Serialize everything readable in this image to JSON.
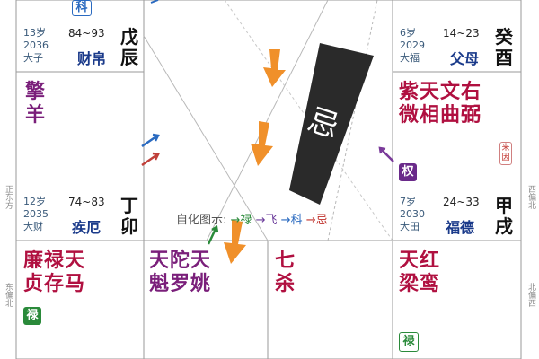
{
  "side_labels": {
    "left_upper": "正东方",
    "left_lower": "东偏北",
    "right_upper": "西偏北",
    "right_lower": "北偏西"
  },
  "top_left_palace": {
    "hua_tag": "科",
    "age": "13岁",
    "year": "2036",
    "decade": "大子",
    "range": "84~93",
    "name": "财帛",
    "stem_branch": [
      "戊",
      "辰"
    ]
  },
  "top_right_palace": {
    "age": "6岁",
    "year": "2029",
    "decade": "大福",
    "range": "14~23",
    "name": "父母",
    "stem_branch": [
      "癸",
      "酉"
    ]
  },
  "middle_left_palace": {
    "stars": [
      "擎",
      "羊"
    ],
    "age": "12岁",
    "year": "2035",
    "decade": "大财",
    "range": "74~83",
    "name": "疾厄",
    "stem_branch": [
      "丁",
      "卯"
    ]
  },
  "middle_right_palace": {
    "stars_row1": "紫天文右",
    "stars_row2": "微相曲弼",
    "laiyin": "来因",
    "hua_tag": "权",
    "age": "7岁",
    "year": "2030",
    "decade": "大田",
    "range": "24~33",
    "name": "福德",
    "stem_branch": [
      "甲",
      "戌"
    ]
  },
  "bottom_palaces": [
    {
      "row1": "廉禄天",
      "row2": "贞存马",
      "hua_tag": "禄"
    },
    {
      "row1": "天陀天",
      "row2": "魁罗姚"
    },
    {
      "row1": "七",
      "row2": "杀"
    },
    {
      "row1": "天红",
      "row2": "梁鸾",
      "hua_tag": "禄"
    }
  ],
  "center": {
    "ji_banner": "忌",
    "legend_label": "自化图示:",
    "legend_items": [
      {
        "arrow": "→",
        "text": "禄",
        "color": "#2a8a3a"
      },
      {
        "arrow": "→",
        "text": "飞",
        "color": "#6a3a9a"
      },
      {
        "arrow": "→",
        "text": "科",
        "color": "#2a6ac0"
      },
      {
        "arrow": "→",
        "text": "忌",
        "color": "#c0302a"
      }
    ]
  },
  "colors": {
    "grid_line": "#9a9a9a",
    "star_purple": "#7a1f7a",
    "star_red": "#b01040",
    "lu_green": "#2a8a3a",
    "quan_purple": "#6a2a8a",
    "ke_blue": "#2a6ac0",
    "ji_banner": "#2a2a2a",
    "orange_arrow": "#f0902a"
  }
}
